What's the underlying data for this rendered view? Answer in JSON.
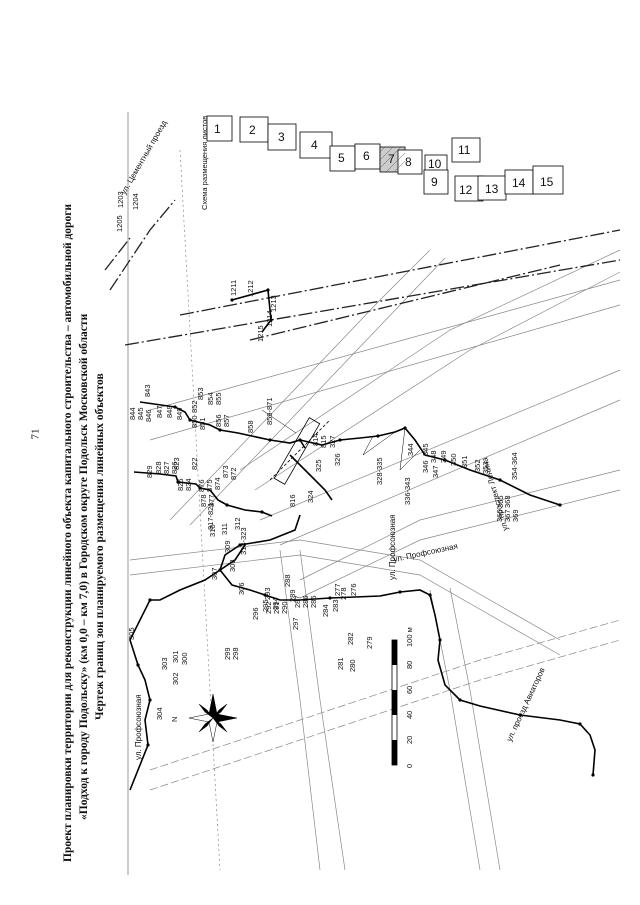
{
  "page_number": "71",
  "title": {
    "line1": "Проект планировки территории для реконструкции линейного объекта капитального строительства – автомобильной дороги",
    "line2": "«Подход к городу Подольску» (км 0,0 – км 7,0) в Городском округе Подольск Московской области",
    "line3": "Чертеж границ зон планируемого размещения линейных объектов"
  },
  "scheme": {
    "caption": "Схема размещения листов",
    "sheets": [
      "1",
      "2",
      "3",
      "4",
      "5",
      "6",
      "7",
      "8",
      "9",
      "10",
      "11",
      "12",
      "13",
      "14",
      "15"
    ],
    "highlighted_sheet": "7"
  },
  "scale_bar": {
    "ticks": [
      "0",
      "20",
      "40",
      "60",
      "80",
      "100 м"
    ]
  },
  "compass": {
    "north": "N"
  },
  "streets": {
    "cementny": "ул. Цементный проезд",
    "profsoyuznaya_top": "ул. Профсоюзная",
    "profsoyuznaya_mid": "ул. Профсоюзная",
    "profsoyuznaya_left": "ул. Профсоюзная",
    "lenina": "ул. проспект Ленина",
    "aviatorov": "ул. проезд Авиаторов"
  },
  "point_labels": {
    "p1203": "1203",
    "p1204": "1204",
    "p1205": "1205",
    "p1211": "1211",
    "p1212": "1212",
    "p1213": "1213",
    "p1214": "1214",
    "p1215": "1215",
    "p843": "843",
    "p844": "844",
    "p845": "845",
    "p846": "846",
    "p847": "847",
    "p848": "848",
    "p849": "849",
    "p850": "850",
    "p851": "851",
    "p852": "852",
    "p853": "853",
    "p854": "854",
    "p855": "855",
    "p856": "856",
    "p857": "857",
    "p858": "858",
    "r859": "859-871",
    "p826": "826",
    "p827": "827",
    "p828": "828",
    "p829": "829",
    "p825": "825",
    "p824": "824",
    "p823": "823",
    "p822": "822",
    "r817": "817-821",
    "p872": "872",
    "p873": "873",
    "p874": "874",
    "p875": "875",
    "p876": "876",
    "p877": "877",
    "p878": "878",
    "p814": "814",
    "p815": "815",
    "p816": "816",
    "p325": "325",
    "p326": "326",
    "p327": "327",
    "p324": "324",
    "r328": "328-335",
    "r336": "336-343",
    "p344": "344",
    "p345": "345",
    "p346": "346",
    "p347": "347",
    "p348": "348",
    "p349": "349",
    "p350": "350",
    "p351": "351",
    "p352": "352",
    "p353": "353",
    "r354": "354-364",
    "p365": "365",
    "p366": "366",
    "p367": "367",
    "p368": "368",
    "p369": "369",
    "p310": "310",
    "p309": "309",
    "p311": "311",
    "p312": "312",
    "r313": "313-323",
    "p307": "307",
    "p308": "308",
    "p306": "306",
    "p293": "293",
    "p294": "294",
    "p295": "295",
    "p296": "296",
    "p297": "297",
    "p298": "298",
    "p299": "299",
    "p300": "300",
    "p301": "301",
    "p302": "302",
    "p303": "303",
    "p304": "304",
    "p305": "305",
    "p292": "292",
    "p291": "291",
    "p290": "290",
    "p289": "289",
    "p288": "288",
    "p287": "287",
    "p286": "286",
    "p285": "285",
    "p284": "284",
    "p283": "283",
    "p282": "282",
    "p281": "281",
    "p280": "280",
    "p279": "279",
    "p278": "278",
    "p277": "277",
    "p276": "276"
  }
}
